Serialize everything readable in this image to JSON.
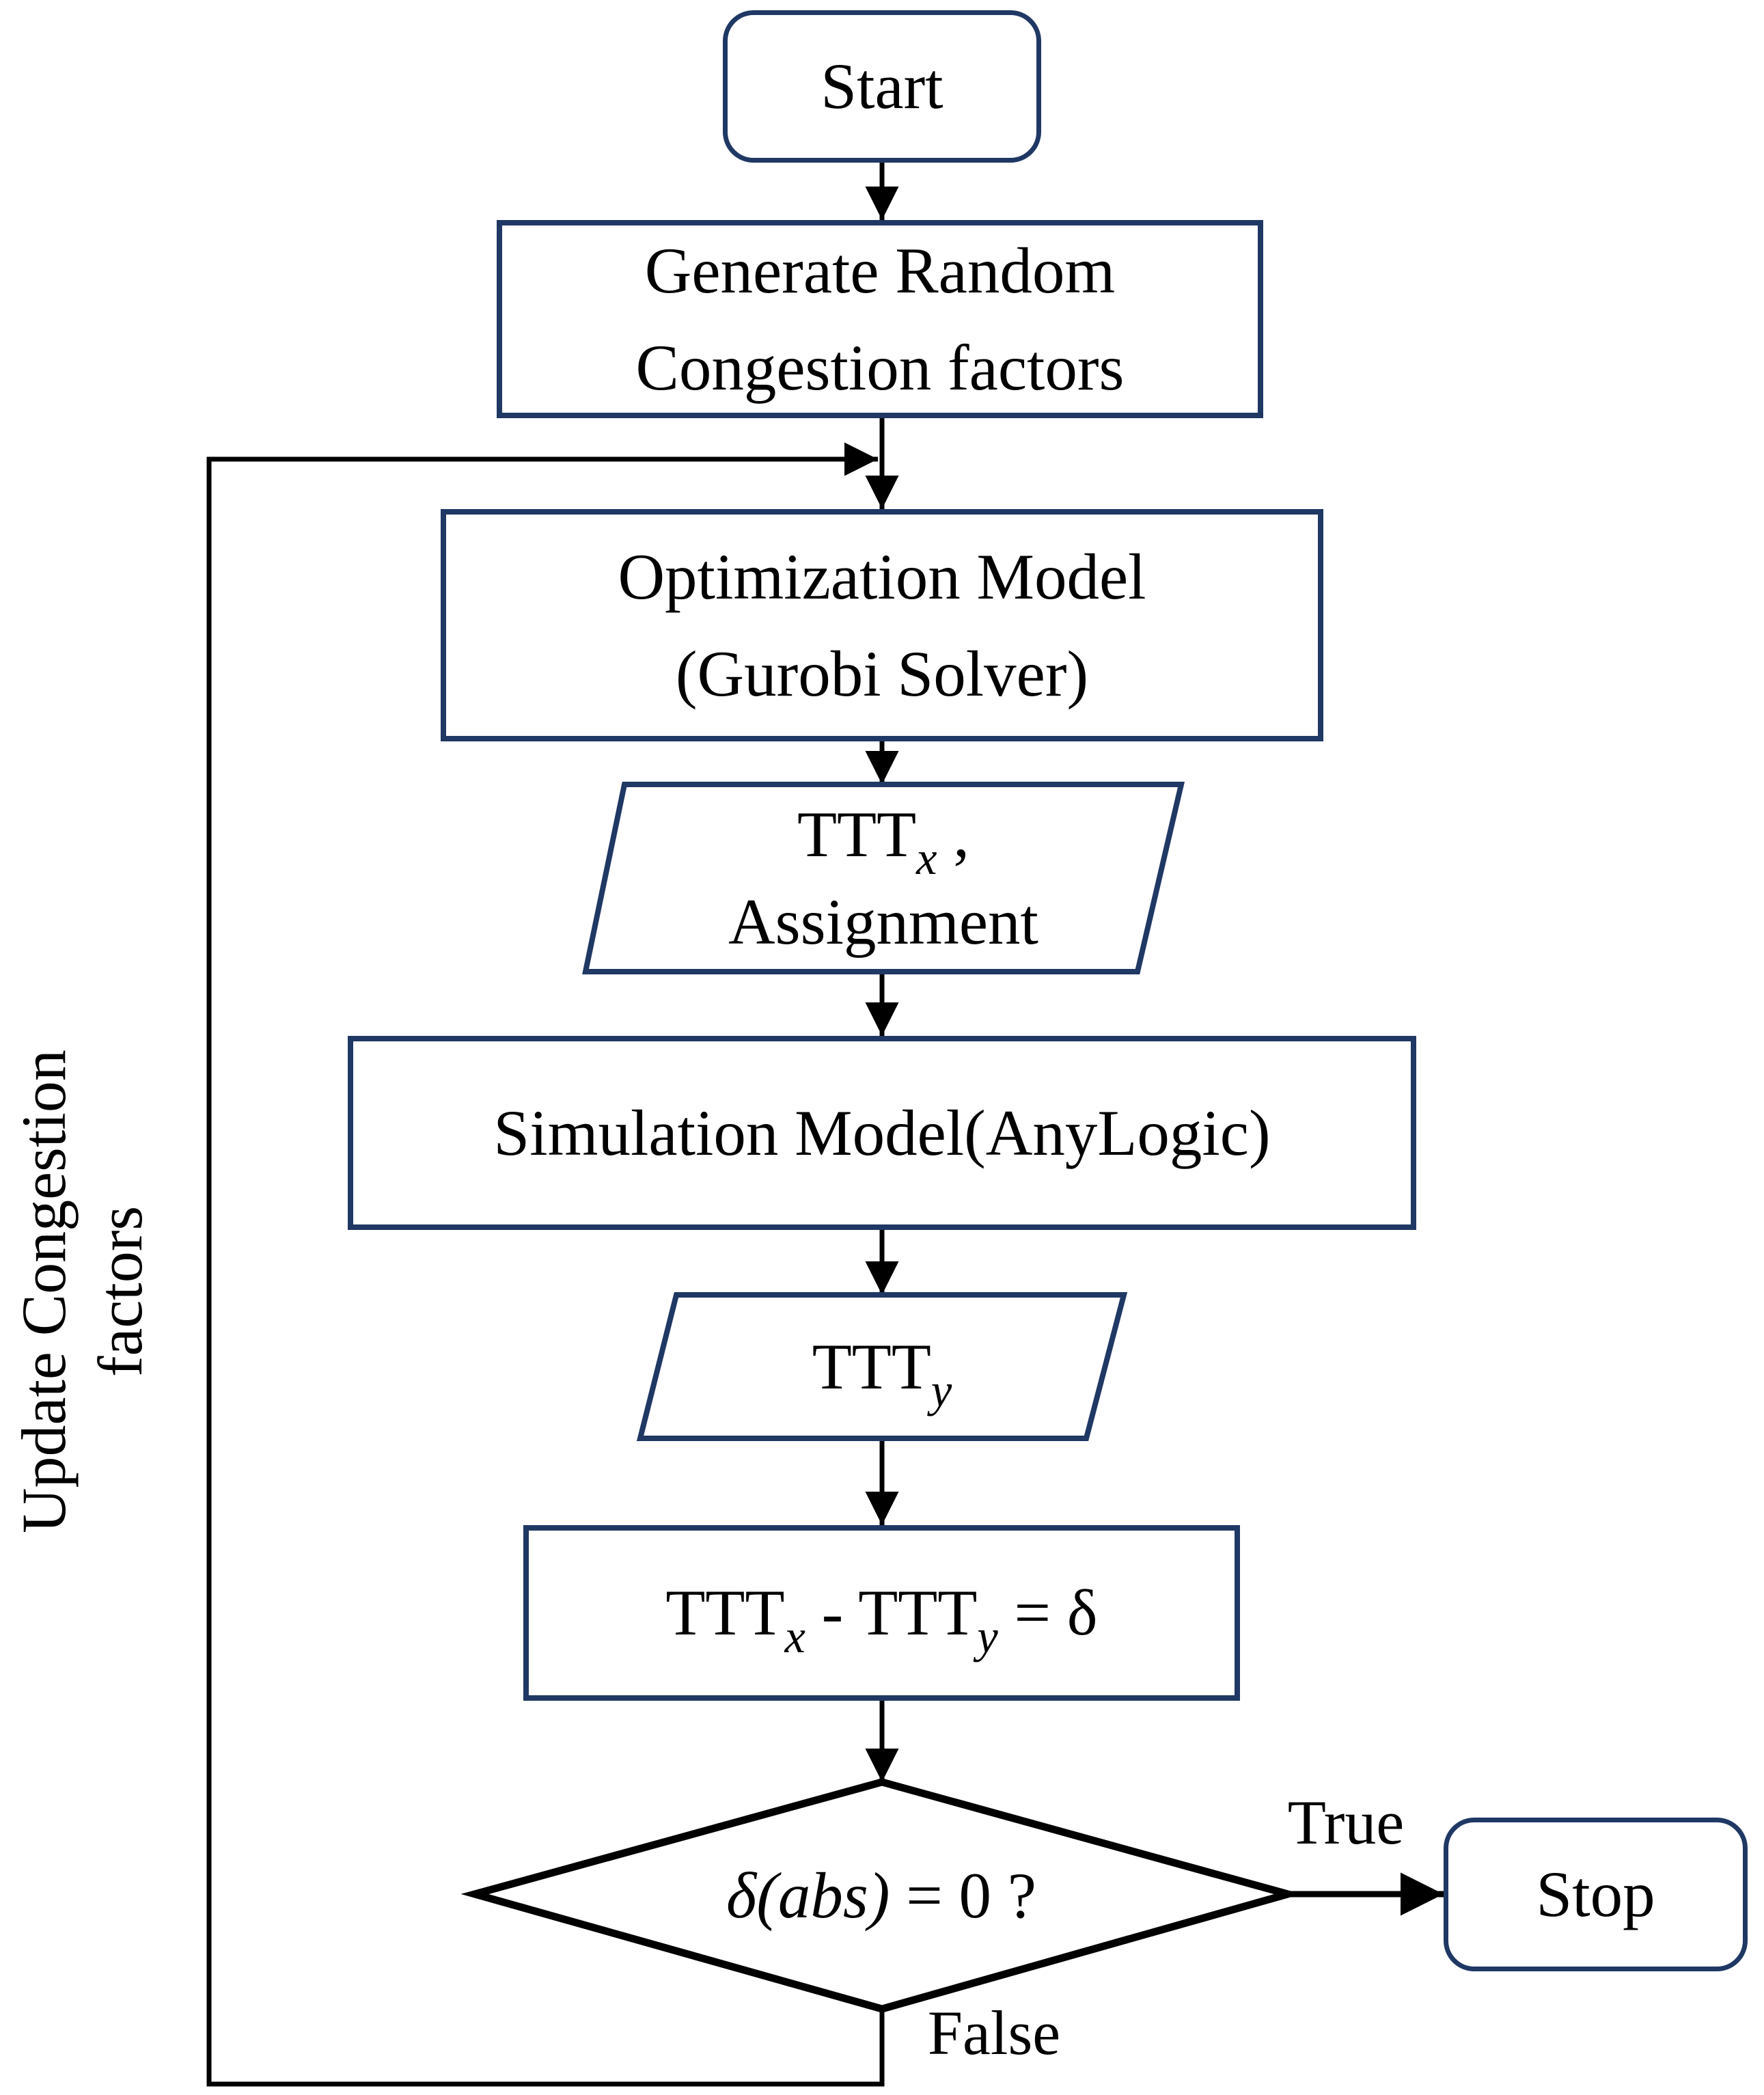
{
  "colors": {
    "node_border": "#1f3864",
    "connector": "#000000",
    "text": "#000000",
    "background": "#ffffff"
  },
  "nodes": {
    "start": {
      "label": "Start"
    },
    "generate": {
      "lines": [
        "Generate Random",
        "Congestion factors"
      ]
    },
    "optimization": {
      "lines": [
        "Optimization Model",
        "(Gurobi Solver)"
      ]
    },
    "output_ttt_x": {
      "base": "TTT",
      "sub": "x",
      "suffix": " ,",
      "line2": "Assignment"
    },
    "simulation": {
      "label": "Simulation Model(AnyLogic)"
    },
    "output_ttt_y": {
      "base": "TTT",
      "sub": "y"
    },
    "delta_equation": {
      "term1_base": "TTT",
      "term1_sub": "x",
      "operator": " - ",
      "term2_base": "TTT",
      "term2_sub": "y",
      "result": " = δ"
    },
    "decision": {
      "condition_italic": "δ(abs)",
      "condition_rest": " = 0 ?"
    },
    "stop": {
      "label": "Stop"
    }
  },
  "edge_labels": {
    "true": "True",
    "false": "False",
    "loop": [
      "Update Congestion",
      "factors"
    ]
  }
}
